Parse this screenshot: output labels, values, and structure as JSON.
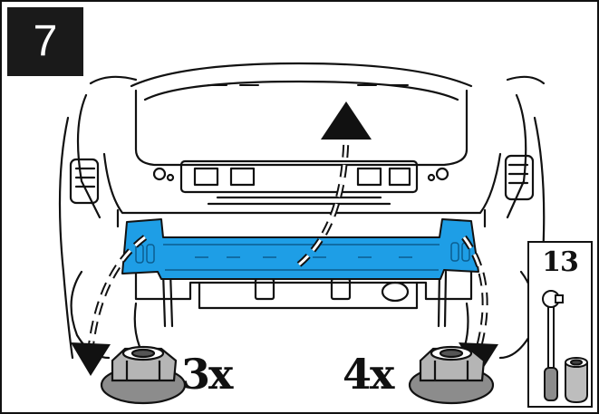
{
  "step": {
    "number": "7"
  },
  "quantities": {
    "left": "3x",
    "right": "4x"
  },
  "tool": {
    "socket_size": "13",
    "icons": [
      "ratchet-wrench-icon",
      "socket-icon"
    ]
  },
  "colors": {
    "highlight_blue": "#1e9ee6",
    "line": "#111111",
    "nut_gray": "#8c8c8c"
  }
}
